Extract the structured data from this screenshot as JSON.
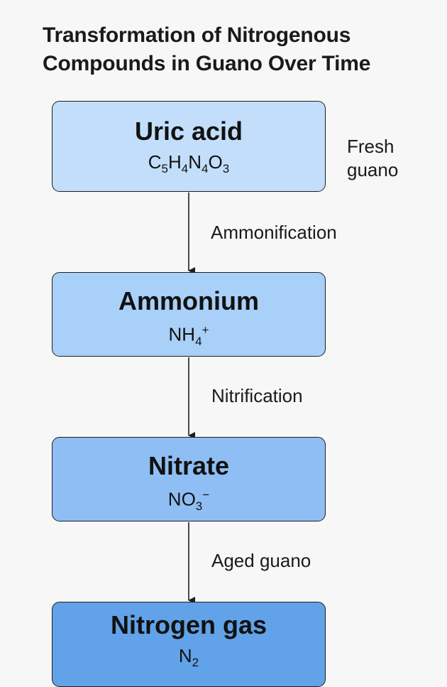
{
  "title": {
    "line1": "Transformation of Nitrogenous",
    "line2": "Compounds in Guano Over Time"
  },
  "nodes": [
    {
      "name": "Uric acid",
      "formula_parts": [
        "C",
        "5",
        "H",
        "4",
        "N",
        "4",
        "O",
        "3"
      ]
    },
    {
      "name": "Ammonium",
      "formula_base": "NH",
      "formula_sub": "4",
      "formula_sup": "+"
    },
    {
      "name": "Nitrate",
      "formula_base": "NO",
      "formula_sub": "3",
      "formula_sup": "−"
    },
    {
      "name": "Nitrogen gas",
      "formula_base": "N",
      "formula_sub": "2"
    }
  ],
  "side_label": {
    "line1": "Fresh",
    "line2": "guano"
  },
  "steps": [
    {
      "label": "Ammonification"
    },
    {
      "label": "Nitrification"
    },
    {
      "label": "Aged guano"
    }
  ],
  "colors": {
    "background": "#f7f7f7",
    "uric_acid": "#c2defb",
    "ammonium": "#a9d0f8",
    "nitrate": "#8fbef4",
    "nitrogen_gas": "#61a2e8",
    "stroke": "#1f1f1f"
  }
}
